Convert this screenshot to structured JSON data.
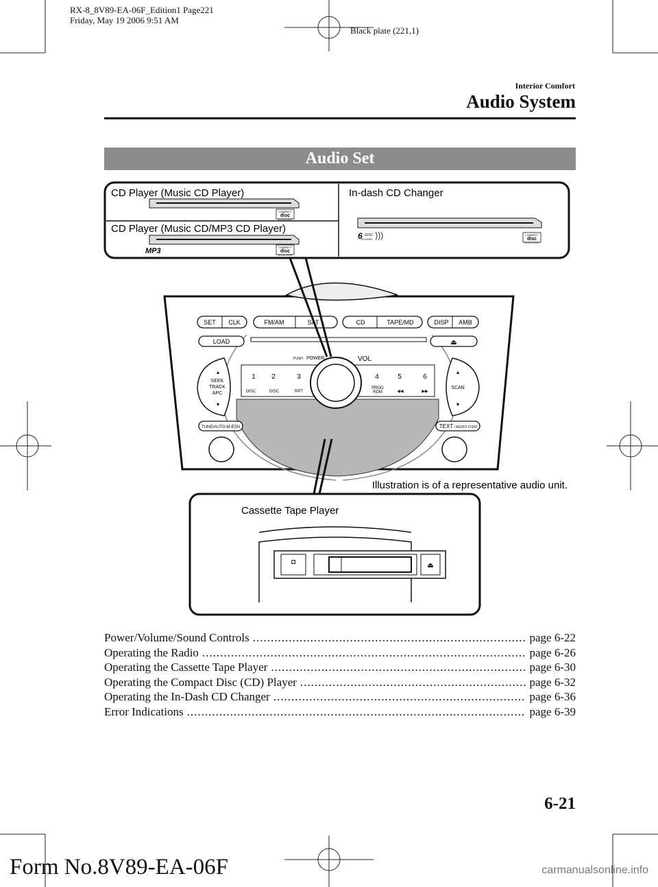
{
  "print_header": {
    "line1": "RX-8_8V89-EA-06F_Edition1 Page221",
    "line2": "Friday, May 19 2006 9:51 AM",
    "plate": "Black plate (221,1)"
  },
  "section": {
    "category": "Interior Comfort",
    "title": "Audio System"
  },
  "banner": "Audio Set",
  "figure": {
    "cd_music": "CD Player (Music CD Player)",
    "cd_mp3": "CD Player (Music CD/MP3 CD Player)",
    "changer": "In-dash CD Changer",
    "cassette": "Cassette Tape Player",
    "note": "Illustration is of a representative audio unit.",
    "logo_compact": "COMPACT",
    "logo_disc": "disc",
    "logo_digital": "DIGITAL AUDIO",
    "logo_mp3": "MP3",
    "logo_6disc": "6",
    "logo_6disc_sub1": "-DISC",
    "logo_6disc_sub2": "IN DASH",
    "buttons": {
      "set": "SET",
      "clk": "CLK",
      "fmam": "FM/AM",
      "sat": "SAT",
      "cd": "CD",
      "tapemd": "TAPE/MD",
      "disp": "DISP",
      "amb": "AMB",
      "load": "LOAD",
      "push": "PUSH",
      "power": "POWER",
      "vol": "VOL",
      "seek": "SEEK",
      "track": "TRACK",
      "apc": "APC",
      "scan": "SCAN",
      "tune": "TUNE/AUTO-M-ESN",
      "text": "TEXT",
      "audio_cont": "/ AUDIO CONT",
      "p1": "1",
      "p2": "2",
      "p3": "3",
      "p4": "4",
      "p5": "5",
      "p6": "6",
      "disc_down": "DISC",
      "disc_up": "DISC",
      "rpt": "RPT",
      "prog": "PROG",
      "rdm": "RDM"
    }
  },
  "toc": [
    {
      "label": "Power/Volume/Sound Controls",
      "page": "page 6-22"
    },
    {
      "label": "Operating the Radio",
      "page": "page 6-26"
    },
    {
      "label": "Operating the Cassette Tape Player",
      "page": "page 6-30"
    },
    {
      "label": "Operating the Compact Disc (CD) Player",
      "page": "page 6-32"
    },
    {
      "label": "Operating the In-Dash CD Changer",
      "page": "page 6-36"
    },
    {
      "label": "Error Indications",
      "page": "page 6-39"
    }
  ],
  "page_number": "6-21",
  "form_number": "Form No.8V89-EA-06F",
  "watermark": "carmanualsonline.info"
}
